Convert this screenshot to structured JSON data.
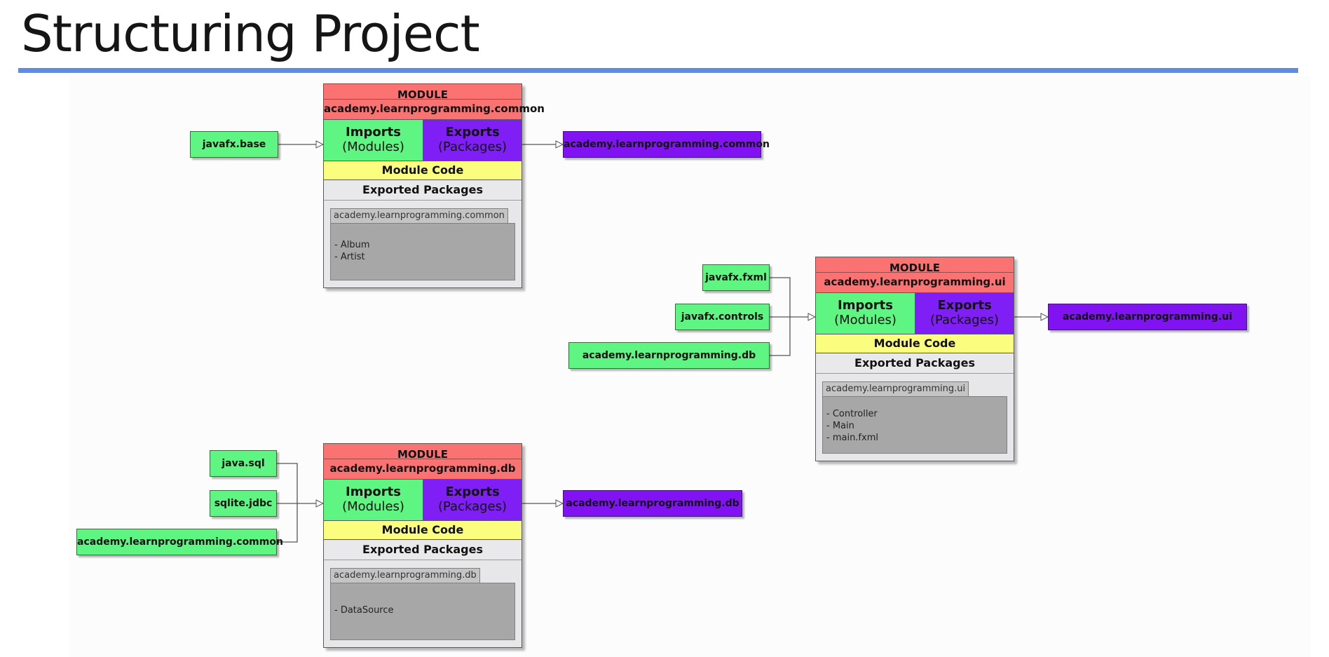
{
  "title": "Structuring Project",
  "modules": {
    "common": {
      "keyword": "MODULE",
      "name": "academy.learnprogramming.common",
      "imports_label": "Imports",
      "imports_sub": "(Modules)",
      "exports_label": "Exports",
      "exports_sub": "(Packages)",
      "code_label": "Module Code",
      "exported_label": "Exported Packages",
      "package_name": "academy.learnprogramming.common",
      "classes": [
        "- Album",
        "- Artist"
      ],
      "dependencies": [
        "javafx.base"
      ],
      "export_target": "academy.learnprogramming.common"
    },
    "ui": {
      "keyword": "MODULE",
      "name": "academy.learnprogramming.ui",
      "imports_label": "Imports",
      "imports_sub": "(Modules)",
      "exports_label": "Exports",
      "exports_sub": "(Packages)",
      "code_label": "Module Code",
      "exported_label": "Exported Packages",
      "package_name": "academy.learnprogramming.ui",
      "classes": [
        "- Controller",
        "- Main",
        "- main.fxml"
      ],
      "dependencies": [
        "javafx.fxml",
        "javafx.controls",
        "academy.learnprogramming.db"
      ],
      "export_target": "academy.learnprogramming.ui"
    },
    "db": {
      "keyword": "MODULE",
      "name": "academy.learnprogramming.db",
      "imports_label": "Imports",
      "imports_sub": "(Modules)",
      "exports_label": "Exports",
      "exports_sub": "(Packages)",
      "code_label": "Module Code",
      "exported_label": "Exported Packages",
      "package_name": "academy.learnprogramming.db",
      "classes": [
        "- DataSource"
      ],
      "dependencies": [
        "java.sql",
        "sqlite.jdbc",
        "academy.learnprogramming.common"
      ],
      "export_target": "academy.learnprogramming.db"
    }
  },
  "colors": {
    "module_header": "#fb7272",
    "imports": "#5ef582",
    "exports": "#7f1ef5",
    "module_code": "#fafd7e",
    "exported_packages": "#e7e7e9",
    "package_body": "#a7a7a7",
    "title_rule": "#5b8cea"
  }
}
